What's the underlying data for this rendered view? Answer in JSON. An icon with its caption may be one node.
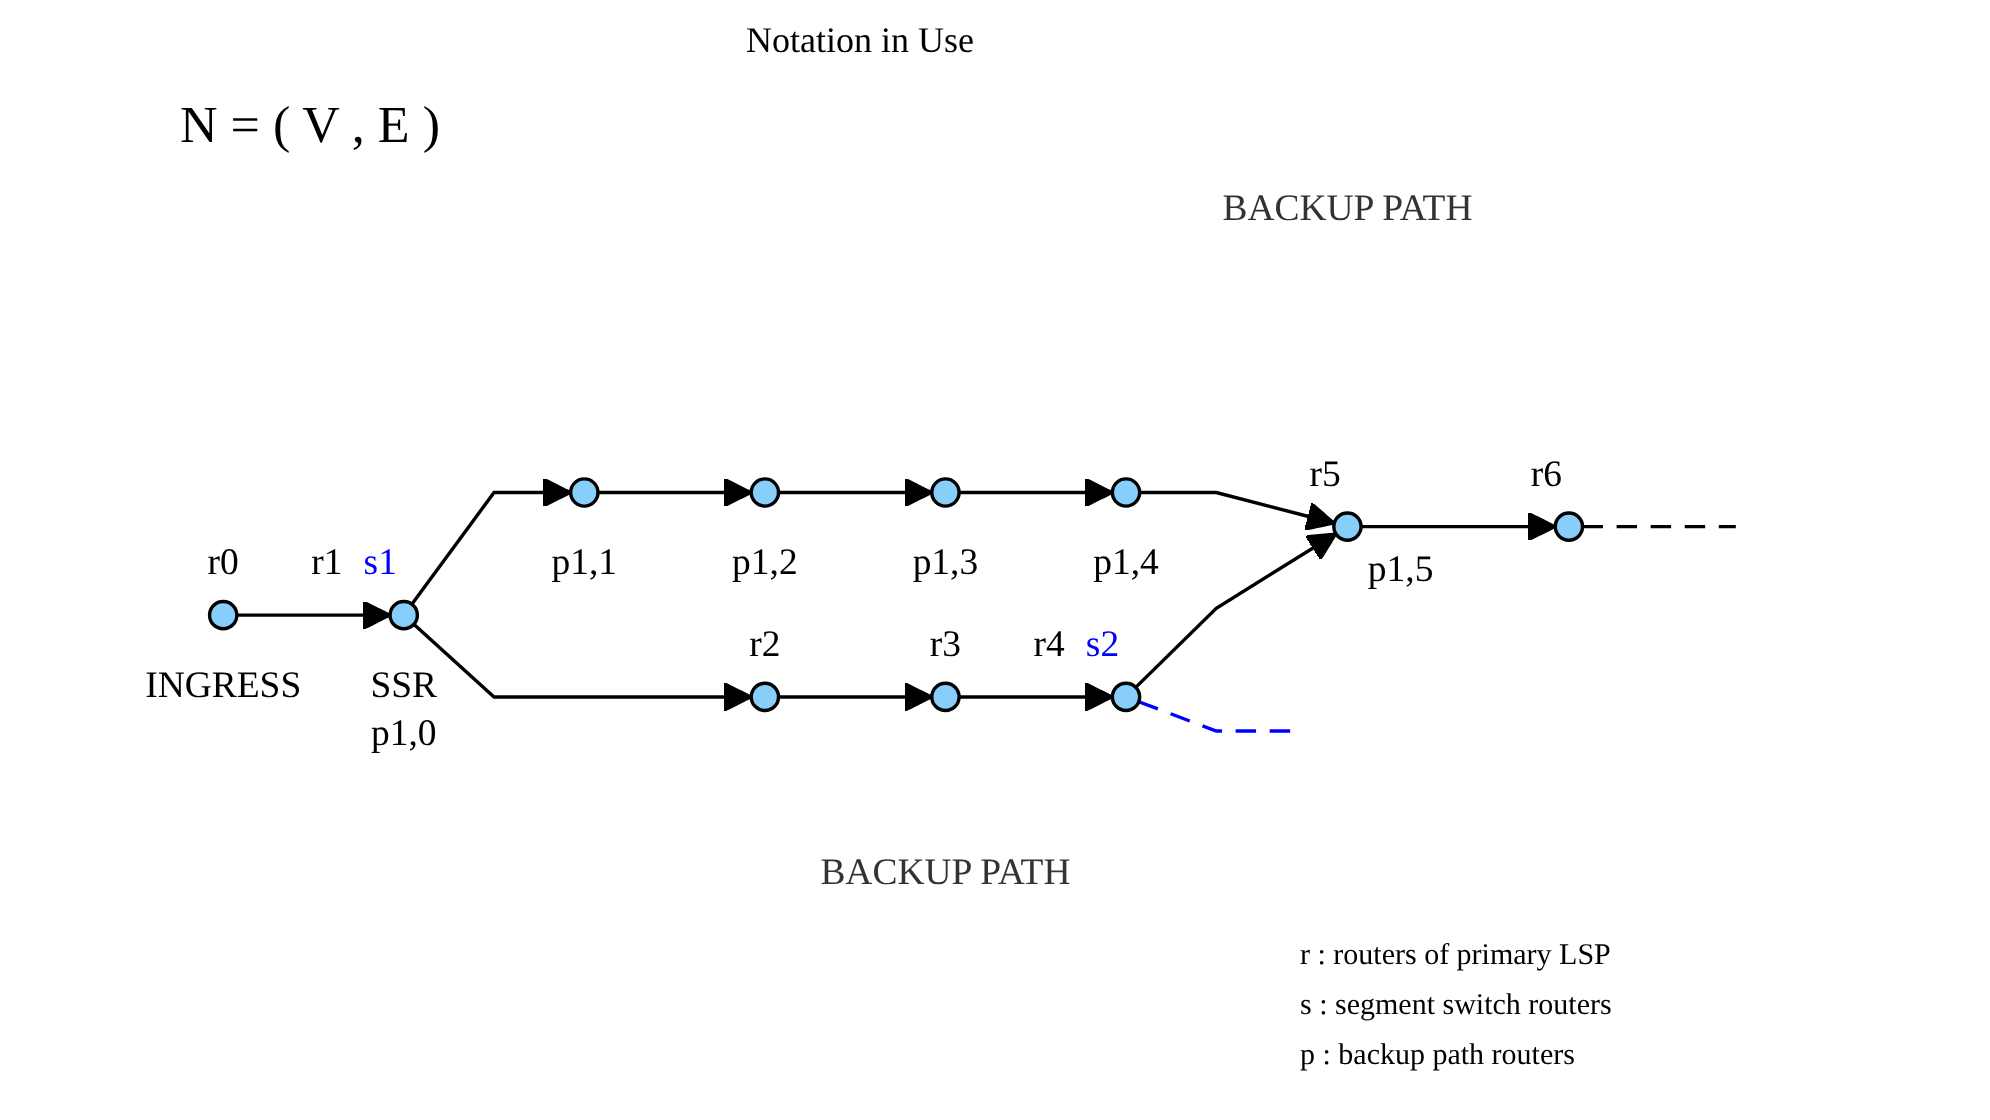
{
  "diagram": {
    "title": "Notation in Use",
    "nodes": [
      {
        "text": [],
        "shape": "circle",
        "beside": [
          "r0",
          "INGRESS"
        ]
      },
      {
        "text": [],
        "shape": "circle",
        "beside": [
          "r1",
          "s1",
          "SSR",
          "p1,0"
        ]
      },
      {
        "text": [],
        "shape": "circle",
        "beside": [
          "r2"
        ]
      },
      {
        "text": [],
        "shape": "circle",
        "beside": [
          "r3"
        ]
      },
      {
        "text": [],
        "shape": "circle",
        "beside": [
          "r4",
          "s2"
        ]
      },
      {
        "text": [],
        "shape": "circle",
        "beside": [
          "r5",
          "p1,5"
        ]
      },
      {
        "text": [],
        "shape": "circle",
        "beside": [
          "r6"
        ]
      },
      {
        "text": [],
        "shape": "circle",
        "beside": [
          "p1,1"
        ]
      },
      {
        "text": [],
        "shape": "circle",
        "beside": [
          "p1,2"
        ]
      },
      {
        "text": [],
        "shape": "circle",
        "beside": [
          "p1,3"
        ]
      },
      {
        "text": [],
        "shape": "circle",
        "beside": [
          "p1,4"
        ]
      }
    ],
    "edges": [
      {
        "from": 0,
        "to": 1,
        "arrow": "to"
      },
      {
        "from": 1,
        "to": 2,
        "arrow": "to"
      },
      {
        "from": 2,
        "to": 3,
        "arrow": "to"
      },
      {
        "from": 3,
        "to": 4,
        "arrow": "to"
      },
      {
        "from": 4,
        "to": 5,
        "arrow": "to"
      },
      {
        "from": 5,
        "to": 6,
        "arrow": "to"
      },
      {
        "from": 6,
        "to": null,
        "arrow": "none",
        "style": "dashed"
      },
      {
        "from": 4,
        "to": null,
        "arrow": "none",
        "style": "dashed",
        "color": "#0000ff"
      },
      {
        "from": 1,
        "to": 7,
        "arrow": "to"
      },
      {
        "from": 7,
        "to": 8,
        "arrow": "to"
      },
      {
        "from": 8,
        "to": 9,
        "arrow": "to"
      },
      {
        "from": 9,
        "to": 10,
        "arrow": "to"
      },
      {
        "from": 10,
        "to": 5,
        "arrow": "to"
      }
    ],
    "labels": [
      "N = ( V , E )",
      "BACKUP PATH",
      "BACKUP PATH",
      "r : routers of primary LSP",
      "s : segment switch routers",
      "p : backup path routers"
    ]
  }
}
